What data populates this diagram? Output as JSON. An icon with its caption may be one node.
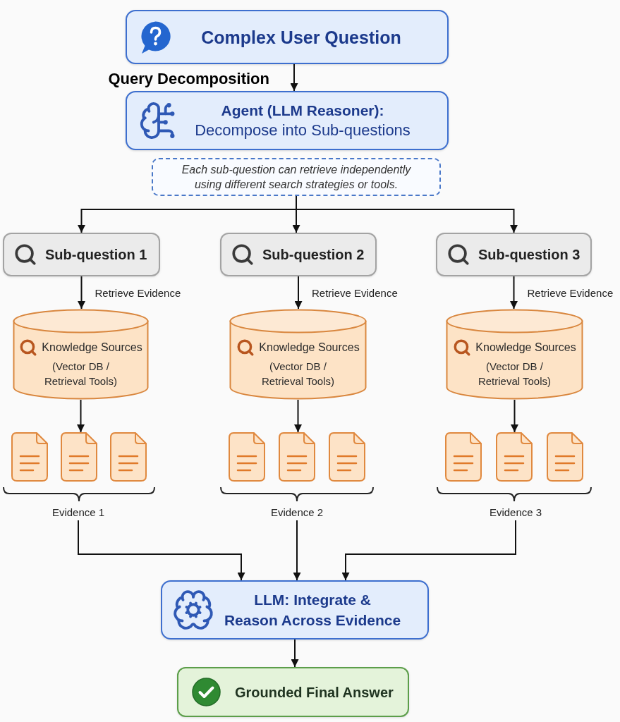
{
  "diagram": {
    "nodes": [
      {
        "text": [
          "Complex User Question"
        ]
      },
      {
        "text": [
          "Agent (LLM Reasoner):",
          "Decompose into Sub-questions"
        ]
      },
      {
        "text": [
          "Each sub-question can retrieve independently using different search strategies or tools."
        ]
      },
      {
        "text": [
          "Sub-question 1"
        ]
      },
      {
        "text": [
          "Sub-question 2"
        ]
      },
      {
        "text": [
          "Sub-question 3"
        ]
      },
      {
        "text": [
          "Knowledge Sources",
          "(Vector DB / Retrieval Tools)"
        ]
      },
      {
        "text": [
          "Knowledge Sources",
          "(Vector DB / Retrieval Tools)"
        ]
      },
      {
        "text": [
          "Knowledge Sources",
          "(Vector DB / Retrieval Tools)"
        ]
      },
      {
        "text": [],
        "shape": "picture"
      },
      {
        "text": [],
        "shape": "picture"
      },
      {
        "text": [],
        "shape": "picture"
      },
      {
        "text": [
          "Evidence 1"
        ]
      },
      {
        "text": [
          "Evidence 2"
        ]
      },
      {
        "text": [
          "Evidence 3"
        ]
      },
      {
        "text": [
          "LLM: Integrate & Reason Across Evidence"
        ]
      },
      {
        "text": [
          "Grounded Final Answer"
        ]
      }
    ],
    "edges": [
      {
        "from": 0,
        "to": 1,
        "arrow": "to",
        "label": "Query Decomposition"
      },
      {
        "from": 2,
        "to": 3,
        "arrow": "to"
      },
      {
        "from": 2,
        "to": 4,
        "arrow": "to"
      },
      {
        "from": 2,
        "to": 5,
        "arrow": "to"
      },
      {
        "from": 3,
        "to": 6,
        "arrow": "to",
        "label": "Retrieve Evidence"
      },
      {
        "from": 4,
        "to": 7,
        "arrow": "to",
        "label": "Retrieve Evidence"
      },
      {
        "from": 5,
        "to": 8,
        "arrow": "to",
        "label": "Retrieve Evidence"
      },
      {
        "from": 6,
        "to": 9,
        "arrow": "to"
      },
      {
        "from": 7,
        "to": 10,
        "arrow": "to"
      },
      {
        "from": 8,
        "to": 11,
        "arrow": "to"
      },
      {
        "from": 12,
        "to": 15,
        "arrow": "to"
      },
      {
        "from": 13,
        "to": 15,
        "arrow": "to"
      },
      {
        "from": 14,
        "to": 15,
        "arrow": "to"
      },
      {
        "from": 15,
        "to": 16,
        "arrow": "to"
      }
    ]
  }
}
